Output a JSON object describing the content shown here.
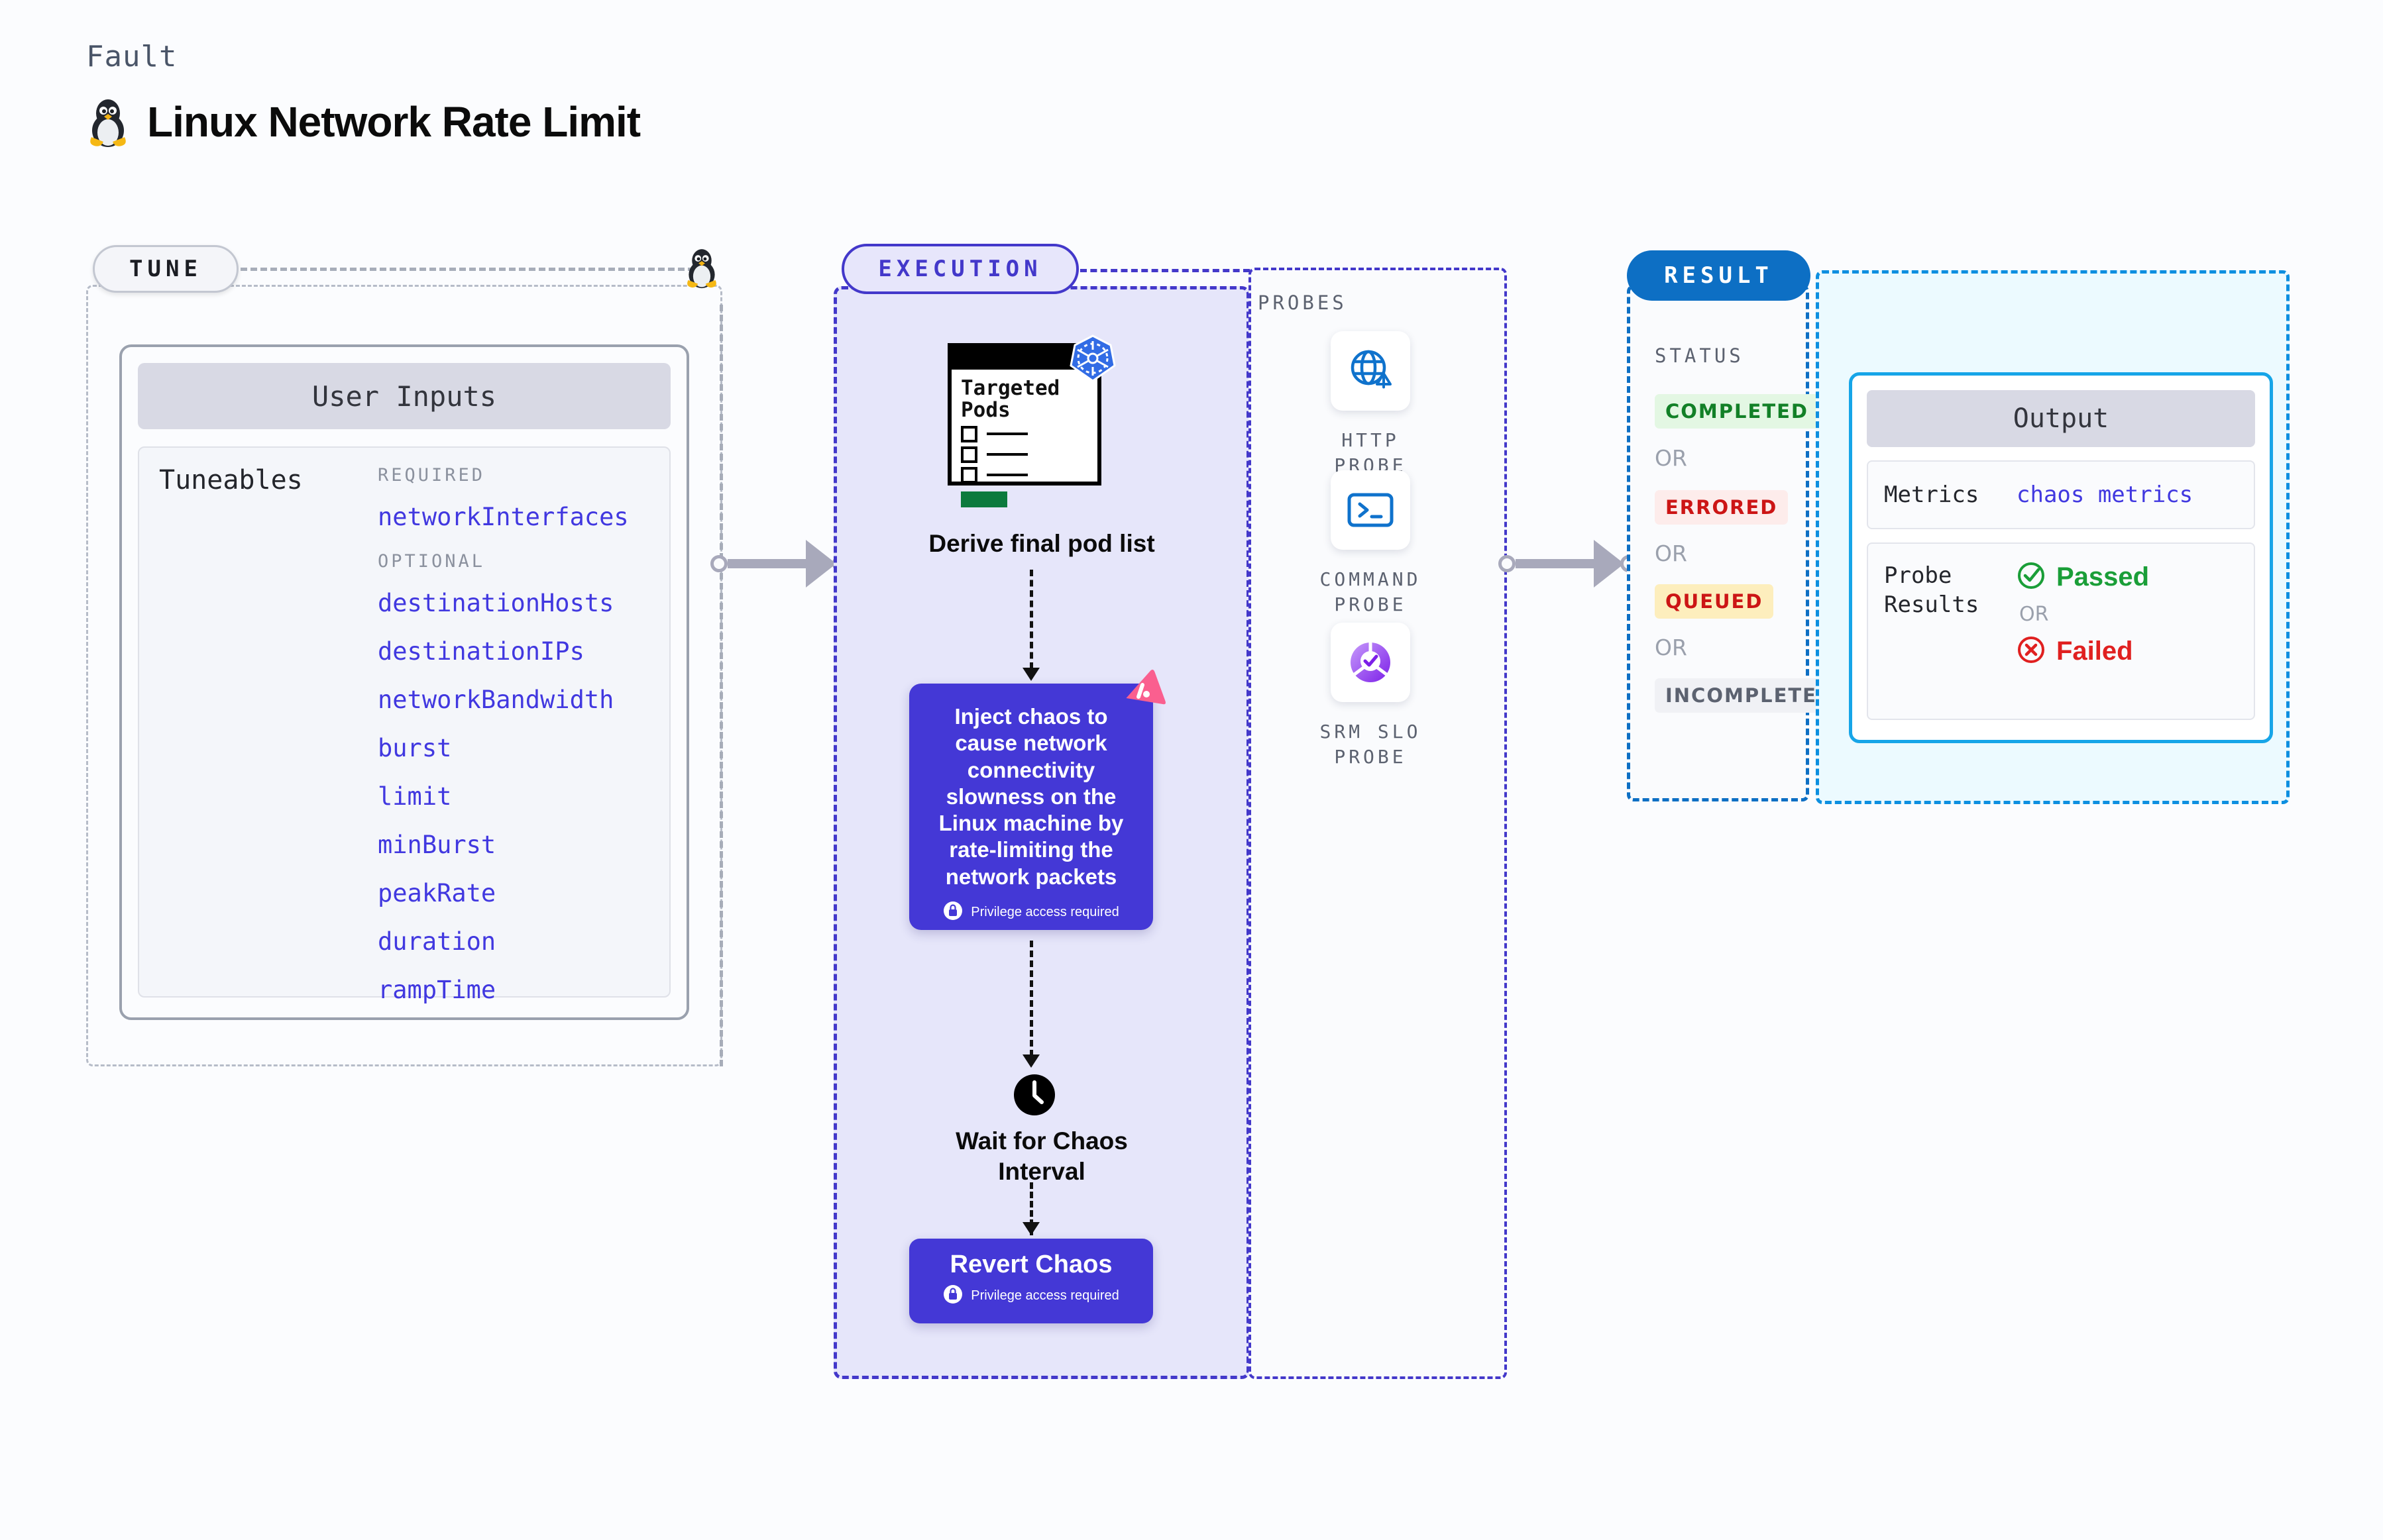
{
  "header": {
    "eyebrow": "Fault",
    "title": "Linux Network Rate Limit",
    "icon": "linux-penguin-icon"
  },
  "tune": {
    "tag": "TUNE",
    "icon": "linux-penguin-icon",
    "card": {
      "header": "User Inputs",
      "tuneables_label": "Tuneables",
      "groups": [
        {
          "label": "REQUIRED",
          "items": [
            "networkInterfaces"
          ]
        },
        {
          "label": "OPTIONAL",
          "items": [
            "destinationHosts",
            "destinationIPs",
            "networkBandwidth",
            "burst",
            "limit",
            "minBurst",
            "peakRate",
            "duration",
            "rampTime"
          ]
        }
      ]
    }
  },
  "execution": {
    "tag": "EXECUTION",
    "steps": {
      "pods_card_title": "Targeted\nPods",
      "pods_card_title_line1": "Targeted",
      "pods_card_title_line2": "Pods",
      "pods_badge_icon": "kubernetes-icon",
      "pods_caption": "Derive final pod list",
      "inject_text": "Inject chaos to cause network connectivity slowness on the Linux machine by rate-limiting the network packets",
      "inject_badge_icon": "litmus-chaos-icon",
      "inject_privilege": "Privilege access required",
      "wait_icon": "clock-icon",
      "wait_caption_line1": "Wait for Chaos",
      "wait_caption_line2": "Interval",
      "revert_title": "Revert Chaos",
      "revert_privilege": "Privilege access required"
    }
  },
  "probes": {
    "label": "PROBES",
    "items": [
      {
        "name": "HTTP  PROBE",
        "icon": "globe-warning-icon"
      },
      {
        "name": "COMMAND\nPROBE",
        "line1": "COMMAND",
        "line2": "PROBE",
        "icon": "terminal-icon"
      },
      {
        "name": "SRM SLO\nPROBE",
        "line1": "SRM  SLO",
        "line2": "PROBE",
        "icon": "slo-donut-check-icon"
      }
    ]
  },
  "result": {
    "tag": "RESULT",
    "status_label": "STATUS",
    "or_text": "OR",
    "statuses": [
      {
        "label": "COMPLETED",
        "color": "#128027",
        "bg": "#e3f7e3"
      },
      {
        "label": "ERRORED",
        "color": "#cc1515",
        "bg": "#fdeceb"
      },
      {
        "label": "QUEUED",
        "color": "#cc1515",
        "bg": "#fdeebd"
      },
      {
        "label": "INCOMPLETED",
        "color": "#5c6270",
        "bg": "#f0f1f5"
      }
    ]
  },
  "output": {
    "header": "Output",
    "metrics_key": "Metrics",
    "metrics_value": "chaos metrics",
    "probe_results_key_line1": "Probe",
    "probe_results_key_line2": "Results",
    "passed_label": "Passed",
    "failed_label": "Failed",
    "or_text": "OR",
    "passed_icon": "check-circle-icon",
    "failed_icon": "x-circle-icon"
  },
  "colors": {
    "accent_purple": "#4338ca",
    "chaos_card": "#4438d6",
    "result_blue": "#0d6fc4",
    "output_border": "#16a5e8",
    "tuneable_text": "#4138e0",
    "passed_green": "#1a9e38",
    "failed_red": "#e02020"
  }
}
